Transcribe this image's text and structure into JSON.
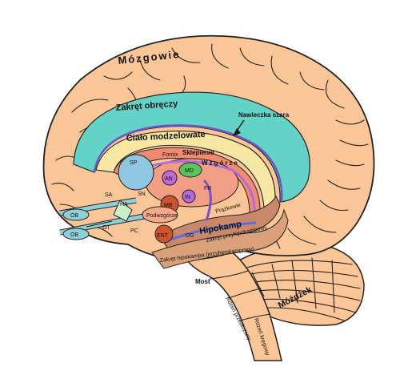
{
  "labels": {
    "mozgowie": "Mózgowie",
    "zakret_obreczy": "Zakręt obręczy",
    "nawleczka_szara": "Nawleczka szara",
    "cialo_modzelowate": "Ciało modzelowate",
    "sklepienie": "Sklepienie",
    "fornix": "Fornix",
    "wzgorze": "Wzgórze",
    "sp": "SP",
    "an": "AN",
    "md": "MD",
    "in": "IN",
    "fr": "FR",
    "sa": "SA",
    "sn": "SN",
    "mb": "MB",
    "ob1": "OB",
    "ob2": "OB",
    "ot": "OT",
    "ha": "HA",
    "pc": "PC",
    "podwzgorze": "Podwzgórze",
    "hipokamp": "Hipokamp",
    "dg": "DG",
    "prazkowie": "Prążkowie",
    "zakret_podrzyniasty": "Zakręt przyhipokampowy",
    "zakret_hipokampa": "Zakręt hipokampa (przyhipokampowy)",
    "most": "Most",
    "rdzen_przedluzony": "Rdzeń przedłużony",
    "rdzen_kregowy": "Rdzeń kręgowy",
    "mozdzek": "Móżdżek",
    "ent": "ENT"
  },
  "colors": {
    "brain": "#fbc697",
    "cingulate": "#63d3c7",
    "corpus_callosum": "#f7e7a3",
    "fornix": "#f08a70",
    "thalamus_ring": "#f29e85",
    "hippocampus": "#c9876b",
    "septal": "#8fc7e0",
    "olfactory": "#8fd0d8",
    "md_green": "#5cc25c",
    "purple": "#b26cdc",
    "brainstem": "#fbc697"
  }
}
